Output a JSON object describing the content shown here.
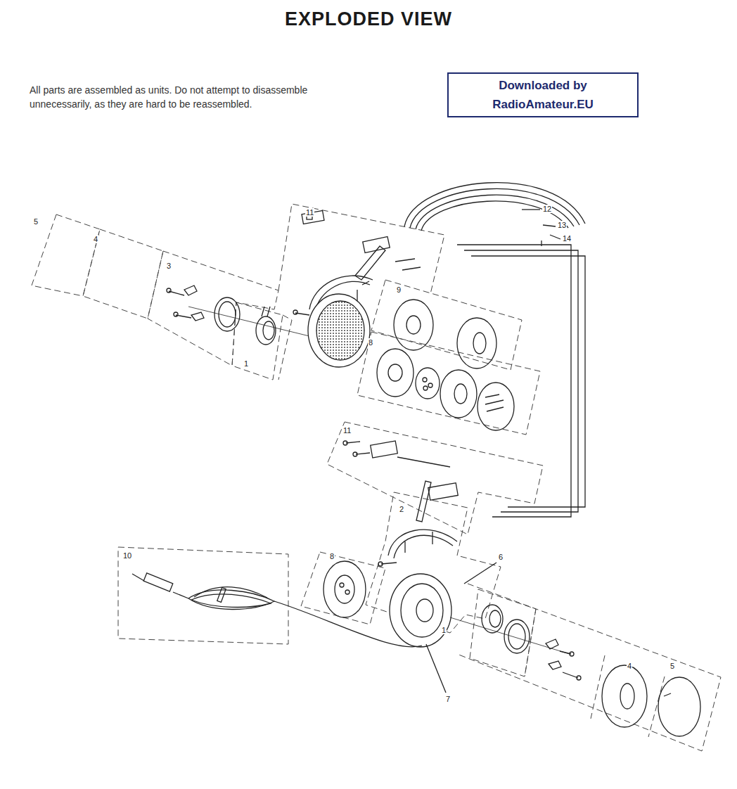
{
  "diagram": {
    "title": "EXPLODED VIEW",
    "nodes": [
      {
        "text": [
          "Downloaded by RadioAmateur.EU"
        ]
      }
    ],
    "labels": [
      "All parts are assembled as units. Do not attempt to disassemble unnecessarily, as they are hard to be reassembled.",
      "5",
      "4",
      "3",
      "11",
      "12",
      "13",
      "14",
      "9",
      "1",
      "8",
      "11",
      "2",
      "6",
      "8",
      "10",
      "1",
      "7",
      "4",
      "5"
    ]
  }
}
